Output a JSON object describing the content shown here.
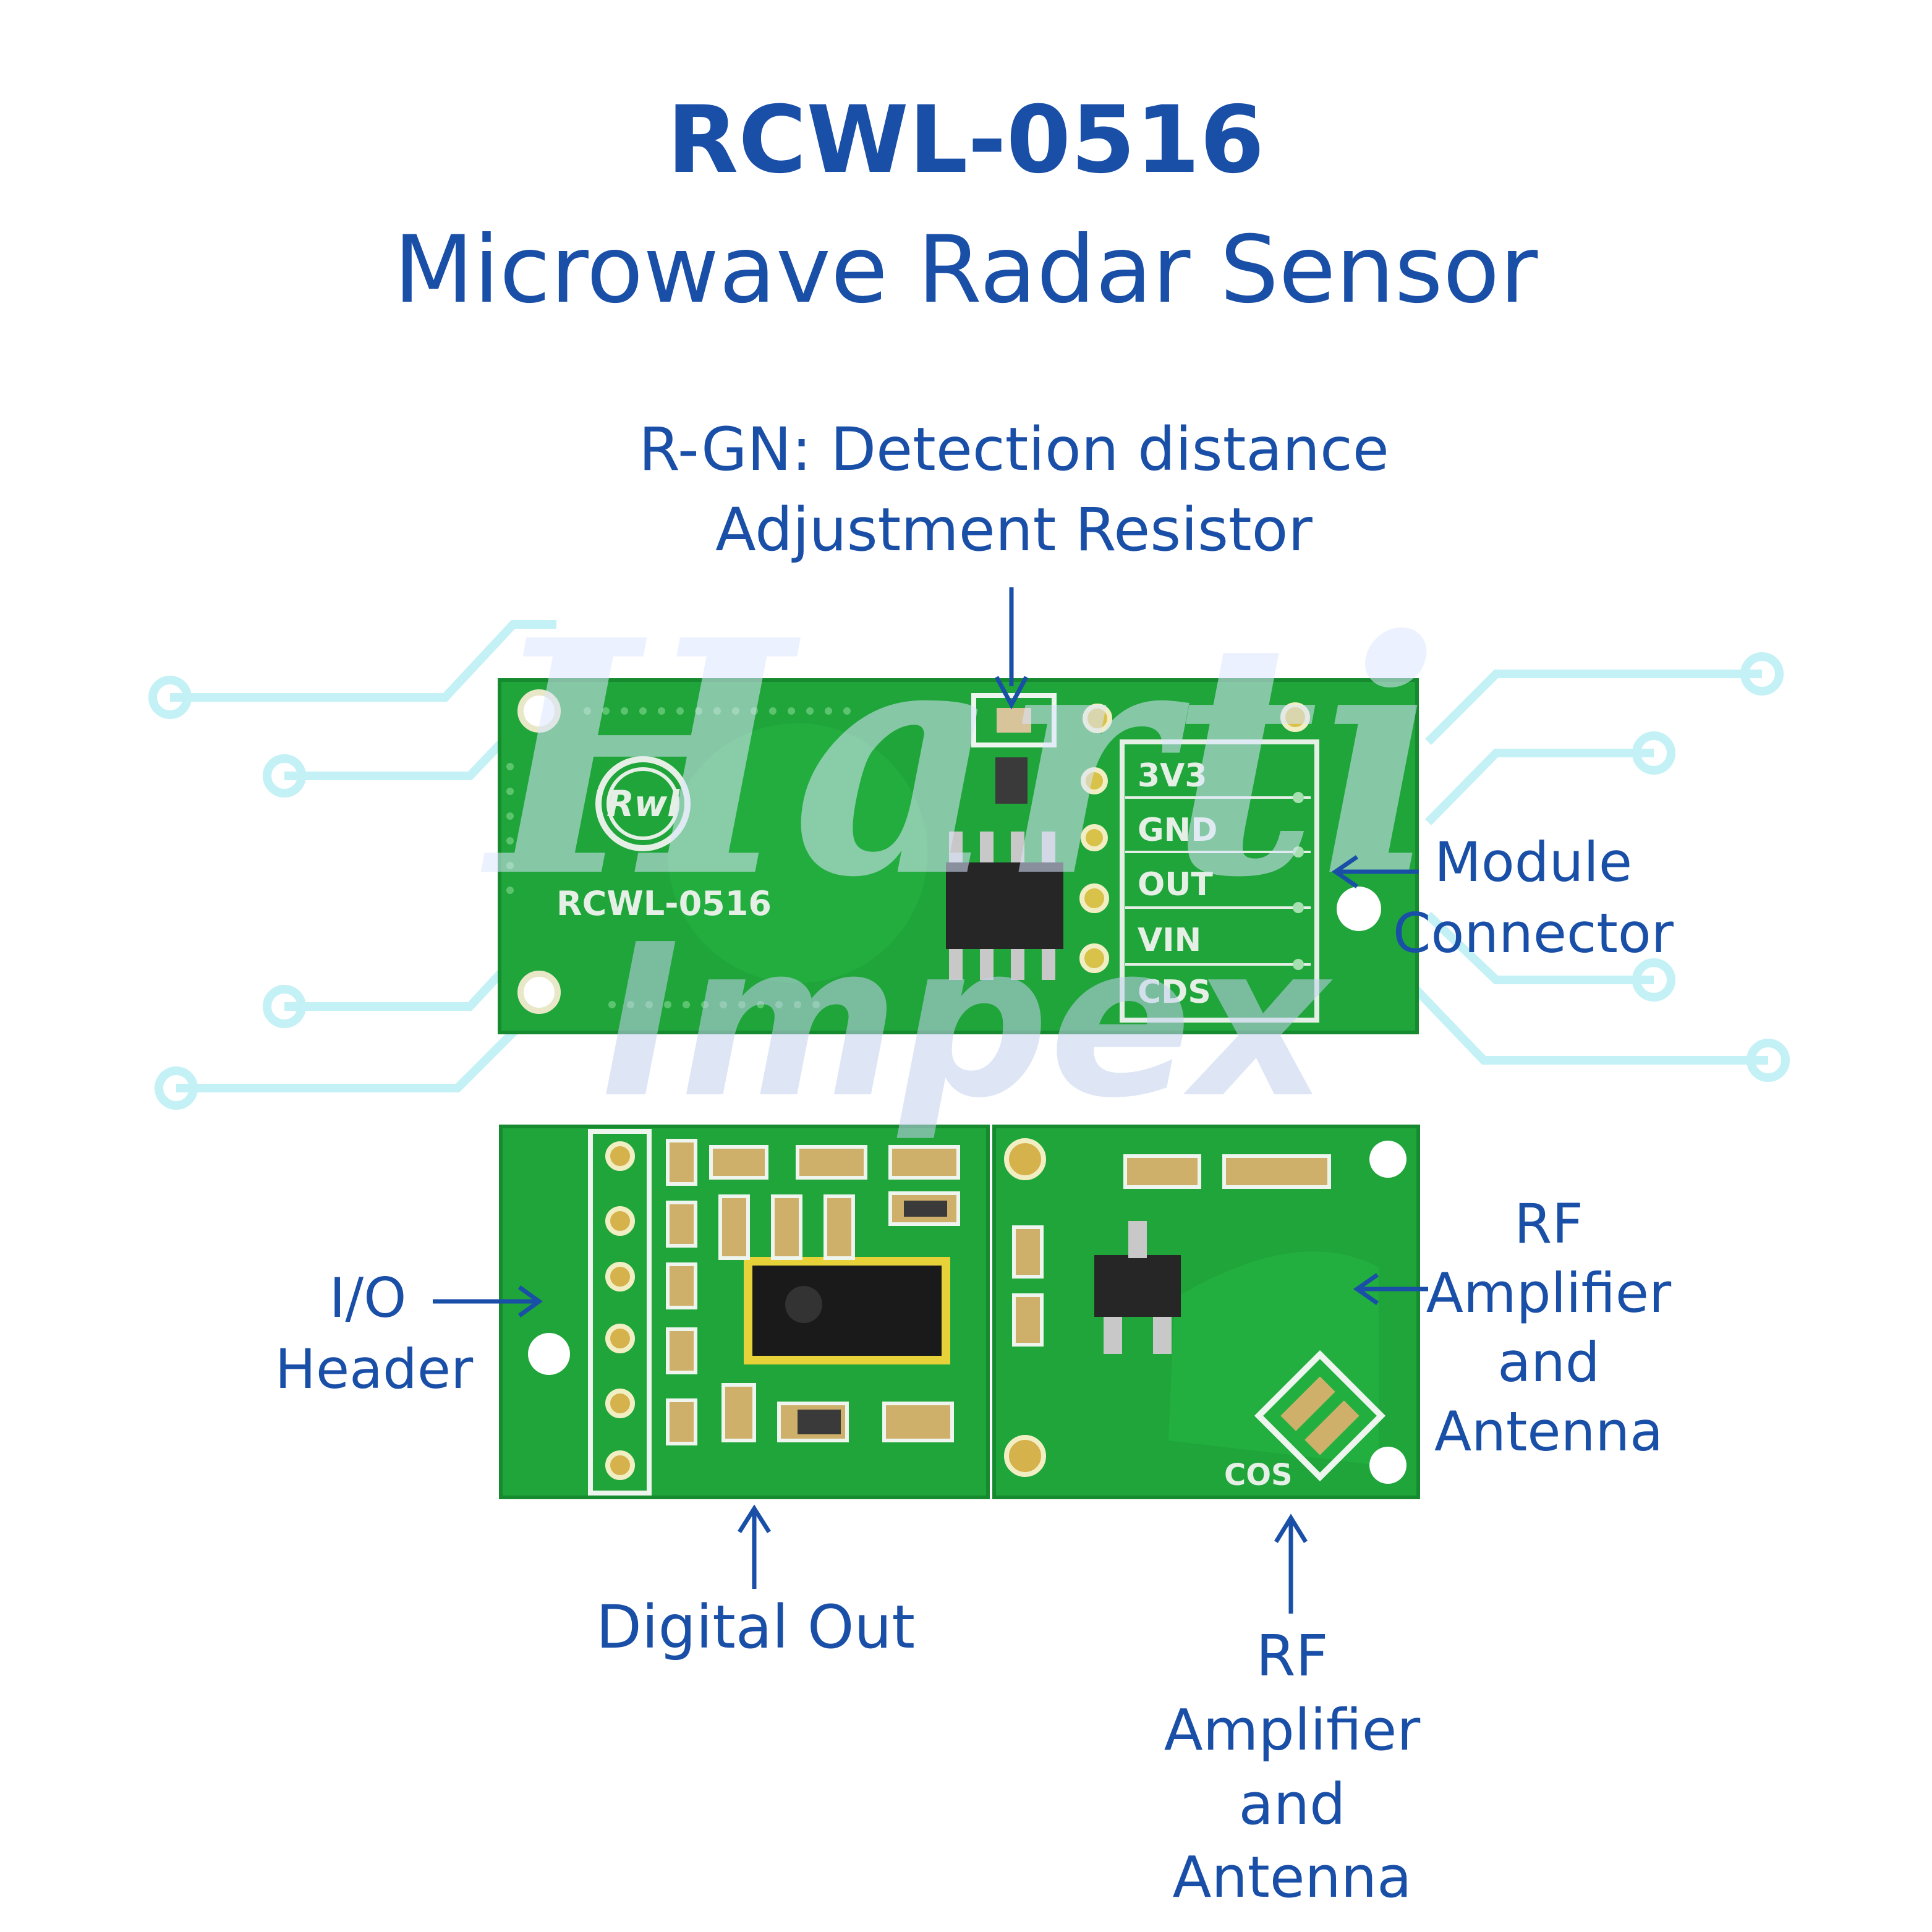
{
  "title": {
    "line1": "RCWL-0516",
    "line2": "Microwave Radar Sensor"
  },
  "watermark": {
    "line1": "Harti",
    "line2": "Impex"
  },
  "callouts": {
    "rgn_line1": "R-GN: Detection distance",
    "rgn_line2": "Adjustment Resistor",
    "module_line1": "Module",
    "module_line2": "Connector",
    "io_line1": "I/O",
    "io_line2": "Header",
    "rf_right": [
      "RF",
      "Amplifier",
      "and",
      "Antenna"
    ],
    "digital_out": "Digital Out",
    "rf_bottom": [
      "RF",
      "Amplifier",
      "and",
      "Antenna"
    ]
  },
  "board_top": {
    "model_text": "RCWL-0516",
    "logo_text": "Rwl",
    "pins": [
      "3V3",
      "GND",
      "OUT",
      "VIN",
      "CDS"
    ]
  },
  "board_bottom_right": {
    "silk_text": "COS"
  },
  "colors": {
    "text_blue": "#1a4fa8",
    "pcb_green": "#1fa53a",
    "circuit_cyan": "#bff0f4",
    "watermark": "#dbe6ff"
  }
}
